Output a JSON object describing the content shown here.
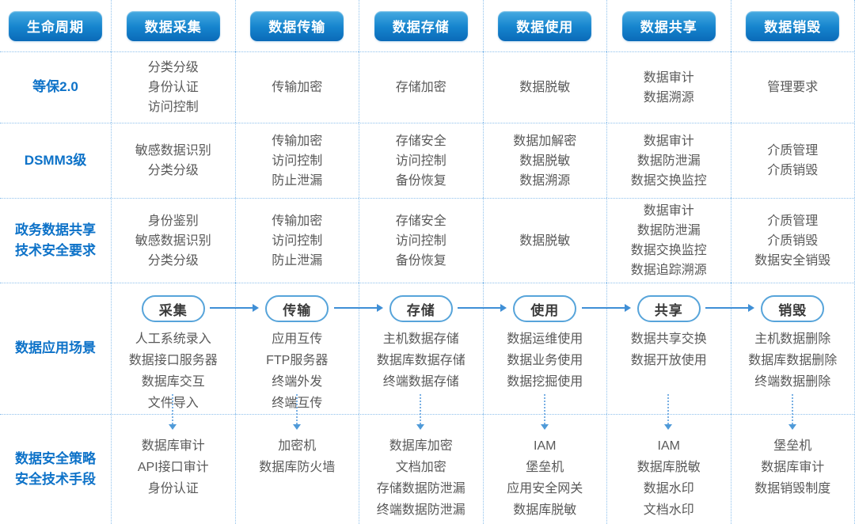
{
  "header": [
    "生命周期",
    "数据采集",
    "数据传输",
    "数据存储",
    "数据使用",
    "数据共享",
    "数据销毁"
  ],
  "rows": [
    {
      "label": "等保2.0",
      "cells": [
        "分类分级\n身份认证\n访问控制",
        "传输加密",
        "存储加密",
        "数据脱敏",
        "数据审计\n数据溯源",
        "管理要求"
      ]
    },
    {
      "label": "DSMM3级",
      "cells": [
        "敏感数据识别\n分类分级",
        "传输加密\n访问控制\n防止泄漏",
        "存储安全\n访问控制\n备份恢复",
        "数据加解密\n数据脱敏\n数据溯源",
        "数据审计\n数据防泄漏\n数据交换监控",
        "介质管理\n介质销毁"
      ]
    },
    {
      "label": "政务数据共享\n技术安全要求",
      "cells": [
        "身份鉴别\n敏感数据识别\n分类分级",
        "传输加密\n访问控制\n防止泄漏",
        "存储安全\n访问控制\n备份恢复",
        "数据脱敏",
        "数据审计\n数据防泄漏\n数据交换监控\n数据追踪溯源",
        "介质管理\n介质销毁\n数据安全销毁"
      ]
    }
  ],
  "scenario": {
    "label": "数据应用场景",
    "stages": [
      {
        "pill": "采集",
        "items": "人工系统录入\n数据接口服务器\n数据库交互\n文件导入"
      },
      {
        "pill": "传输",
        "items": "应用互传\nFTP服务器\n终端外发\n终端互传"
      },
      {
        "pill": "存储",
        "items": "主机数据存储\n数据库数据存储\n终端数据存储"
      },
      {
        "pill": "使用",
        "items": "数据运维使用\n数据业务使用\n数据挖掘使用"
      },
      {
        "pill": "共享",
        "items": "数据共享交换\n数据开放使用"
      },
      {
        "pill": "销毁",
        "items": "主机数据删除\n数据库数据删除\n终端数据删除"
      }
    ]
  },
  "measures": {
    "label": "数据安全策略\n安全技术手段",
    "cells": [
      "数据库审计\nAPI接口审计\n身份认证",
      "加密机\n数据库防火墙",
      "数据库加密\n文档加密\n存储数据防泄漏\n终端数据防泄漏",
      "IAM\n堡垒机\n应用安全网关\n数据库脱敏",
      "IAM\n数据库脱敏\n数据水印\n文档水印",
      "堡垒机\n数据库审计\n数据销毁制度"
    ]
  },
  "colors": {
    "button_gradient_top": "#47abe1",
    "button_gradient_bottom": "#0a6ab8",
    "label_blue": "#0d72c8",
    "cell_text": "#595959",
    "grid_line": "#8fc1ec",
    "arrow_blue": "#3f8fd6"
  },
  "icons": {
    "flow_arrow": "→",
    "down_arrow": "↓"
  }
}
